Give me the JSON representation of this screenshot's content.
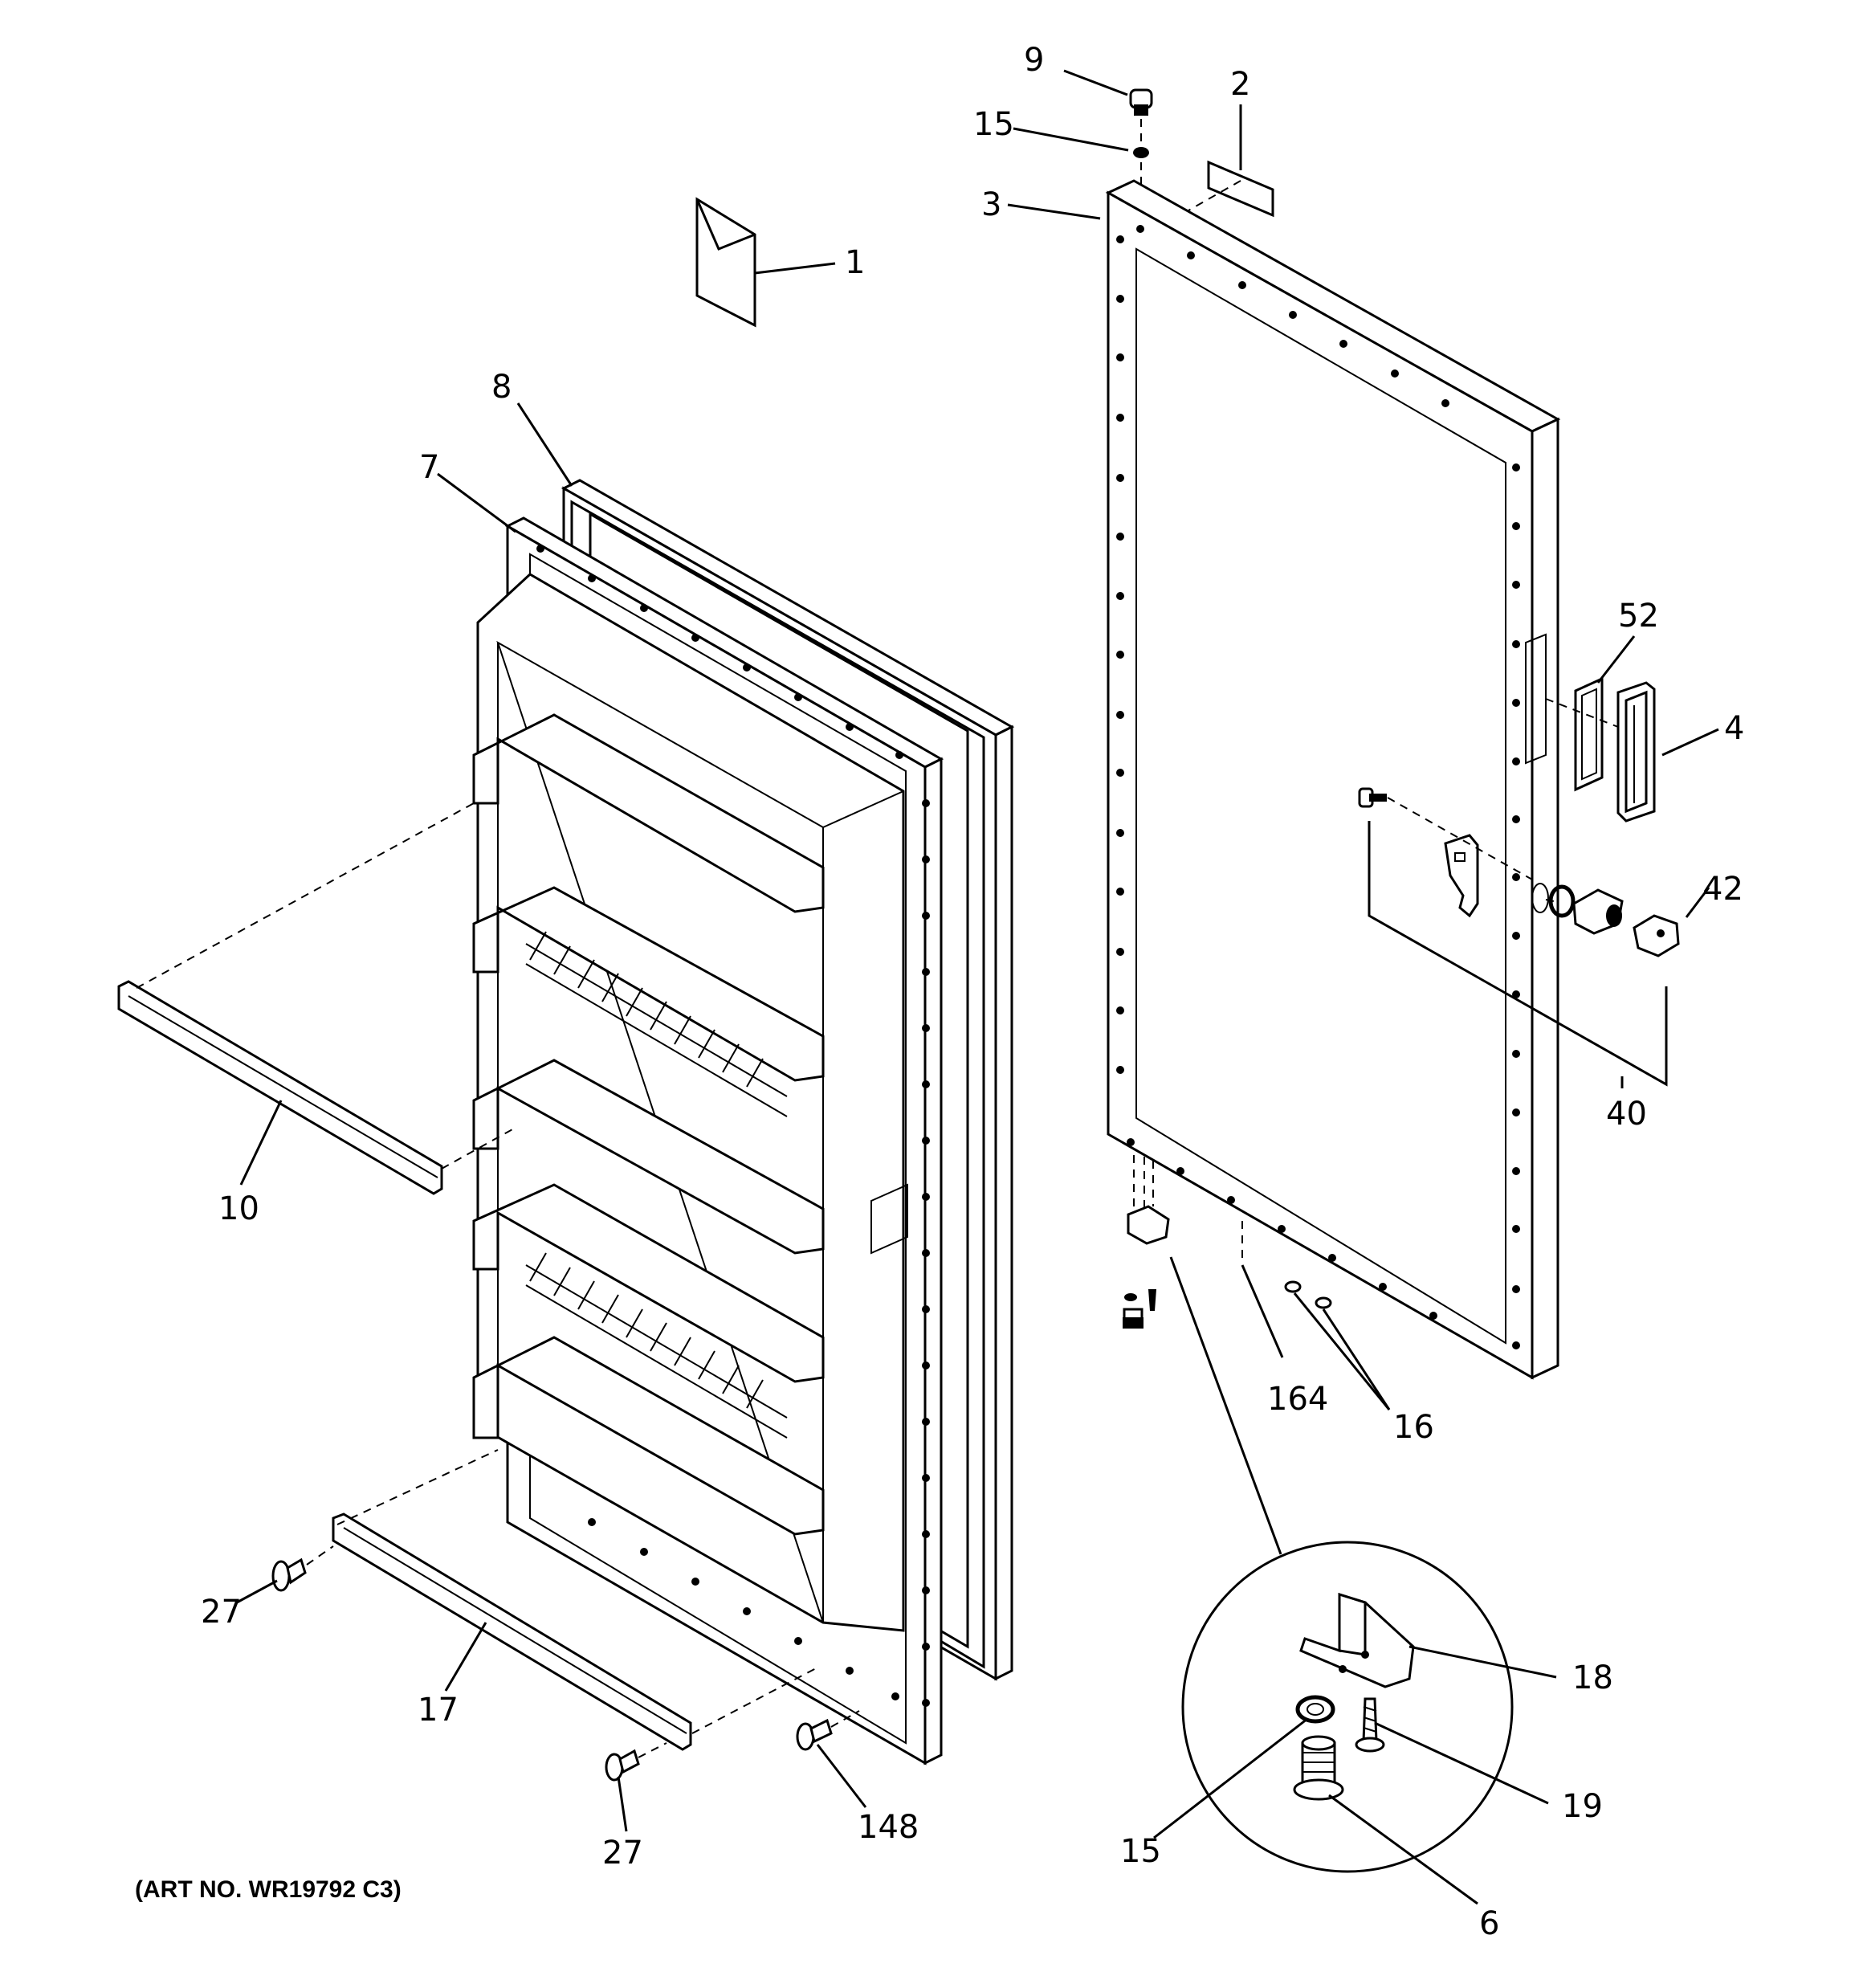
{
  "callouts": {
    "c1": "1",
    "c2": "2",
    "c3": "3",
    "c4": "4",
    "c6": "6",
    "c7": "7",
    "c8": "8",
    "c9": "9",
    "c10": "10",
    "c15a": "15",
    "c15b": "15",
    "c16": "16",
    "c17": "17",
    "c18": "18",
    "c19": "19",
    "c27a": "27",
    "c27b": "27",
    "c40": "40",
    "c42": "42",
    "c52": "52",
    "c148": "148",
    "c164": "164"
  },
  "art_number": "(ART NO. WR19792 C3)"
}
